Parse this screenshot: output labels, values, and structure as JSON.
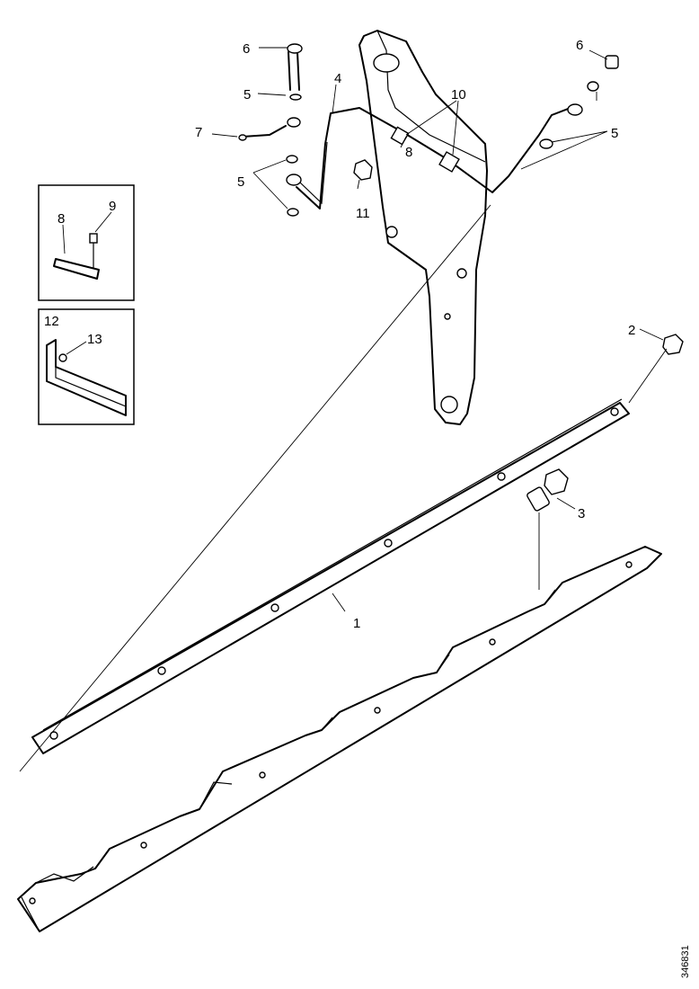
{
  "callouts": {
    "c1": "1",
    "c2": "2",
    "c3": "3",
    "c4": "4",
    "c5a": "5",
    "c5b": "5",
    "c5c": "5",
    "c6a": "6",
    "c6b": "6",
    "c7": "7",
    "c8a": "8",
    "c8b": "8",
    "c9": "9",
    "c10": "10",
    "c11": "11",
    "c12": "12",
    "c13": "13"
  },
  "document_number": "346831"
}
